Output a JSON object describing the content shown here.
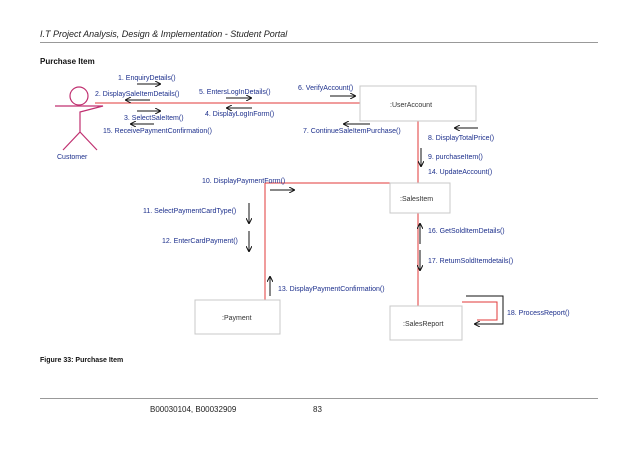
{
  "header": {
    "title": "I.T Project Analysis, Design & Implementation - Student Portal"
  },
  "section": {
    "title": "Purchase Item"
  },
  "diagram": {
    "actor": {
      "label": "Customer"
    },
    "objects": {
      "user_account": ":UserAccount",
      "sales_item": ":SalesItem",
      "payment": ":Payment",
      "sales_report": ":SalesReport"
    },
    "messages": {
      "m1": "1. EnquiryDetails()",
      "m2": "2. DisplaySaleItemDetails()",
      "m3": "3. SelectSaleItem()",
      "m4": "4. DisplayLogInForm()",
      "m5": "5. EntersLogInDetails()",
      "m6": "6. VerifyAccount()",
      "m7": "7. ContinueSaleItemPurchase()",
      "m8": "8. DisplayTotalPrice()",
      "m9": "9. purchaseItem()",
      "m10": "10. DisplayPaymentForm()",
      "m11": "11. SelectPaymentCardType()",
      "m12": "12. EnterCardPayment()",
      "m13": "13. DisplayPaymentConfirmation()",
      "m14": "14. UpdateAccount()",
      "m15": "15. ReceivePaymentConfirmation()",
      "m16": "16. GetSoldItemDetails()",
      "m17": "17. ReturnSoldItemdetails()",
      "m18": "18. ProcessReport()"
    }
  },
  "caption": "Figure 33: Purchase Item",
  "footer": {
    "ids": "B00030104, B00032909",
    "page": "83"
  },
  "colors": {
    "link": "#e03a3a",
    "message": "#1c2f8c",
    "actor": "#c03070"
  }
}
